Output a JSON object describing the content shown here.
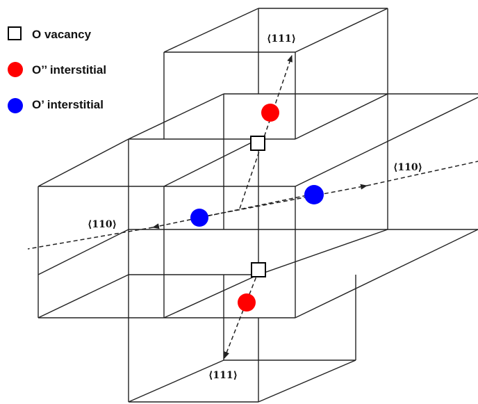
{
  "legend": {
    "items": [
      {
        "label": "O vacancy",
        "marker": "open-square",
        "color": "#000000"
      },
      {
        "label": "O’’ interstitial",
        "marker": "filled-circle",
        "color": "#ff0000"
      },
      {
        "label": "O’ interstitial",
        "marker": "filled-circle",
        "color": "#0000ff"
      }
    ]
  },
  "directions": {
    "upper_111": "⟨111⟩",
    "right_110": "⟨110⟩",
    "left_110": "⟨110⟩",
    "lower_111": "⟨111⟩"
  },
  "colors": {
    "o_double_prime_interstitial": "#ff0000",
    "o_prime_interstitial": "#0000ff",
    "line": "#222222"
  }
}
